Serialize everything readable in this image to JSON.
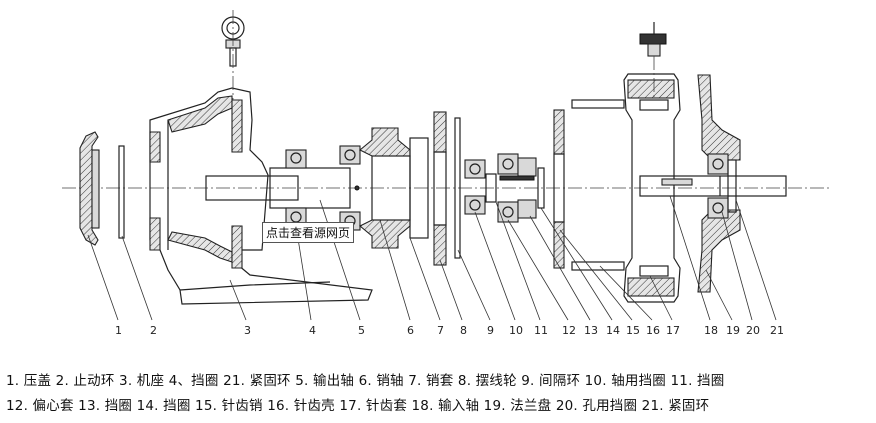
{
  "callouts": [
    "1",
    "2",
    "3",
    "4",
    "5",
    "6",
    "7",
    "8",
    "9",
    "10",
    "11",
    "12",
    "13",
    "14",
    "15",
    "16",
    "17",
    "18",
    "19",
    "20",
    "21"
  ],
  "legend": {
    "line1": "1. 压盖 2. 止动环 3. 机座 4、挡圈 21. 紧固环 5. 输出轴 6. 销轴 7. 销套 8. 摆线轮 9. 间隔环 10. 轴用挡圈 11. 挡圈",
    "line2": "12. 偏心套 13. 挡圈 14. 挡圈 15. 针齿销 16. 针齿壳 17. 针齿套 18. 输入轴 19. 法兰盘 20. 孔用挡圈 21. 紧固环"
  },
  "watermark": "点击查看源网页"
}
